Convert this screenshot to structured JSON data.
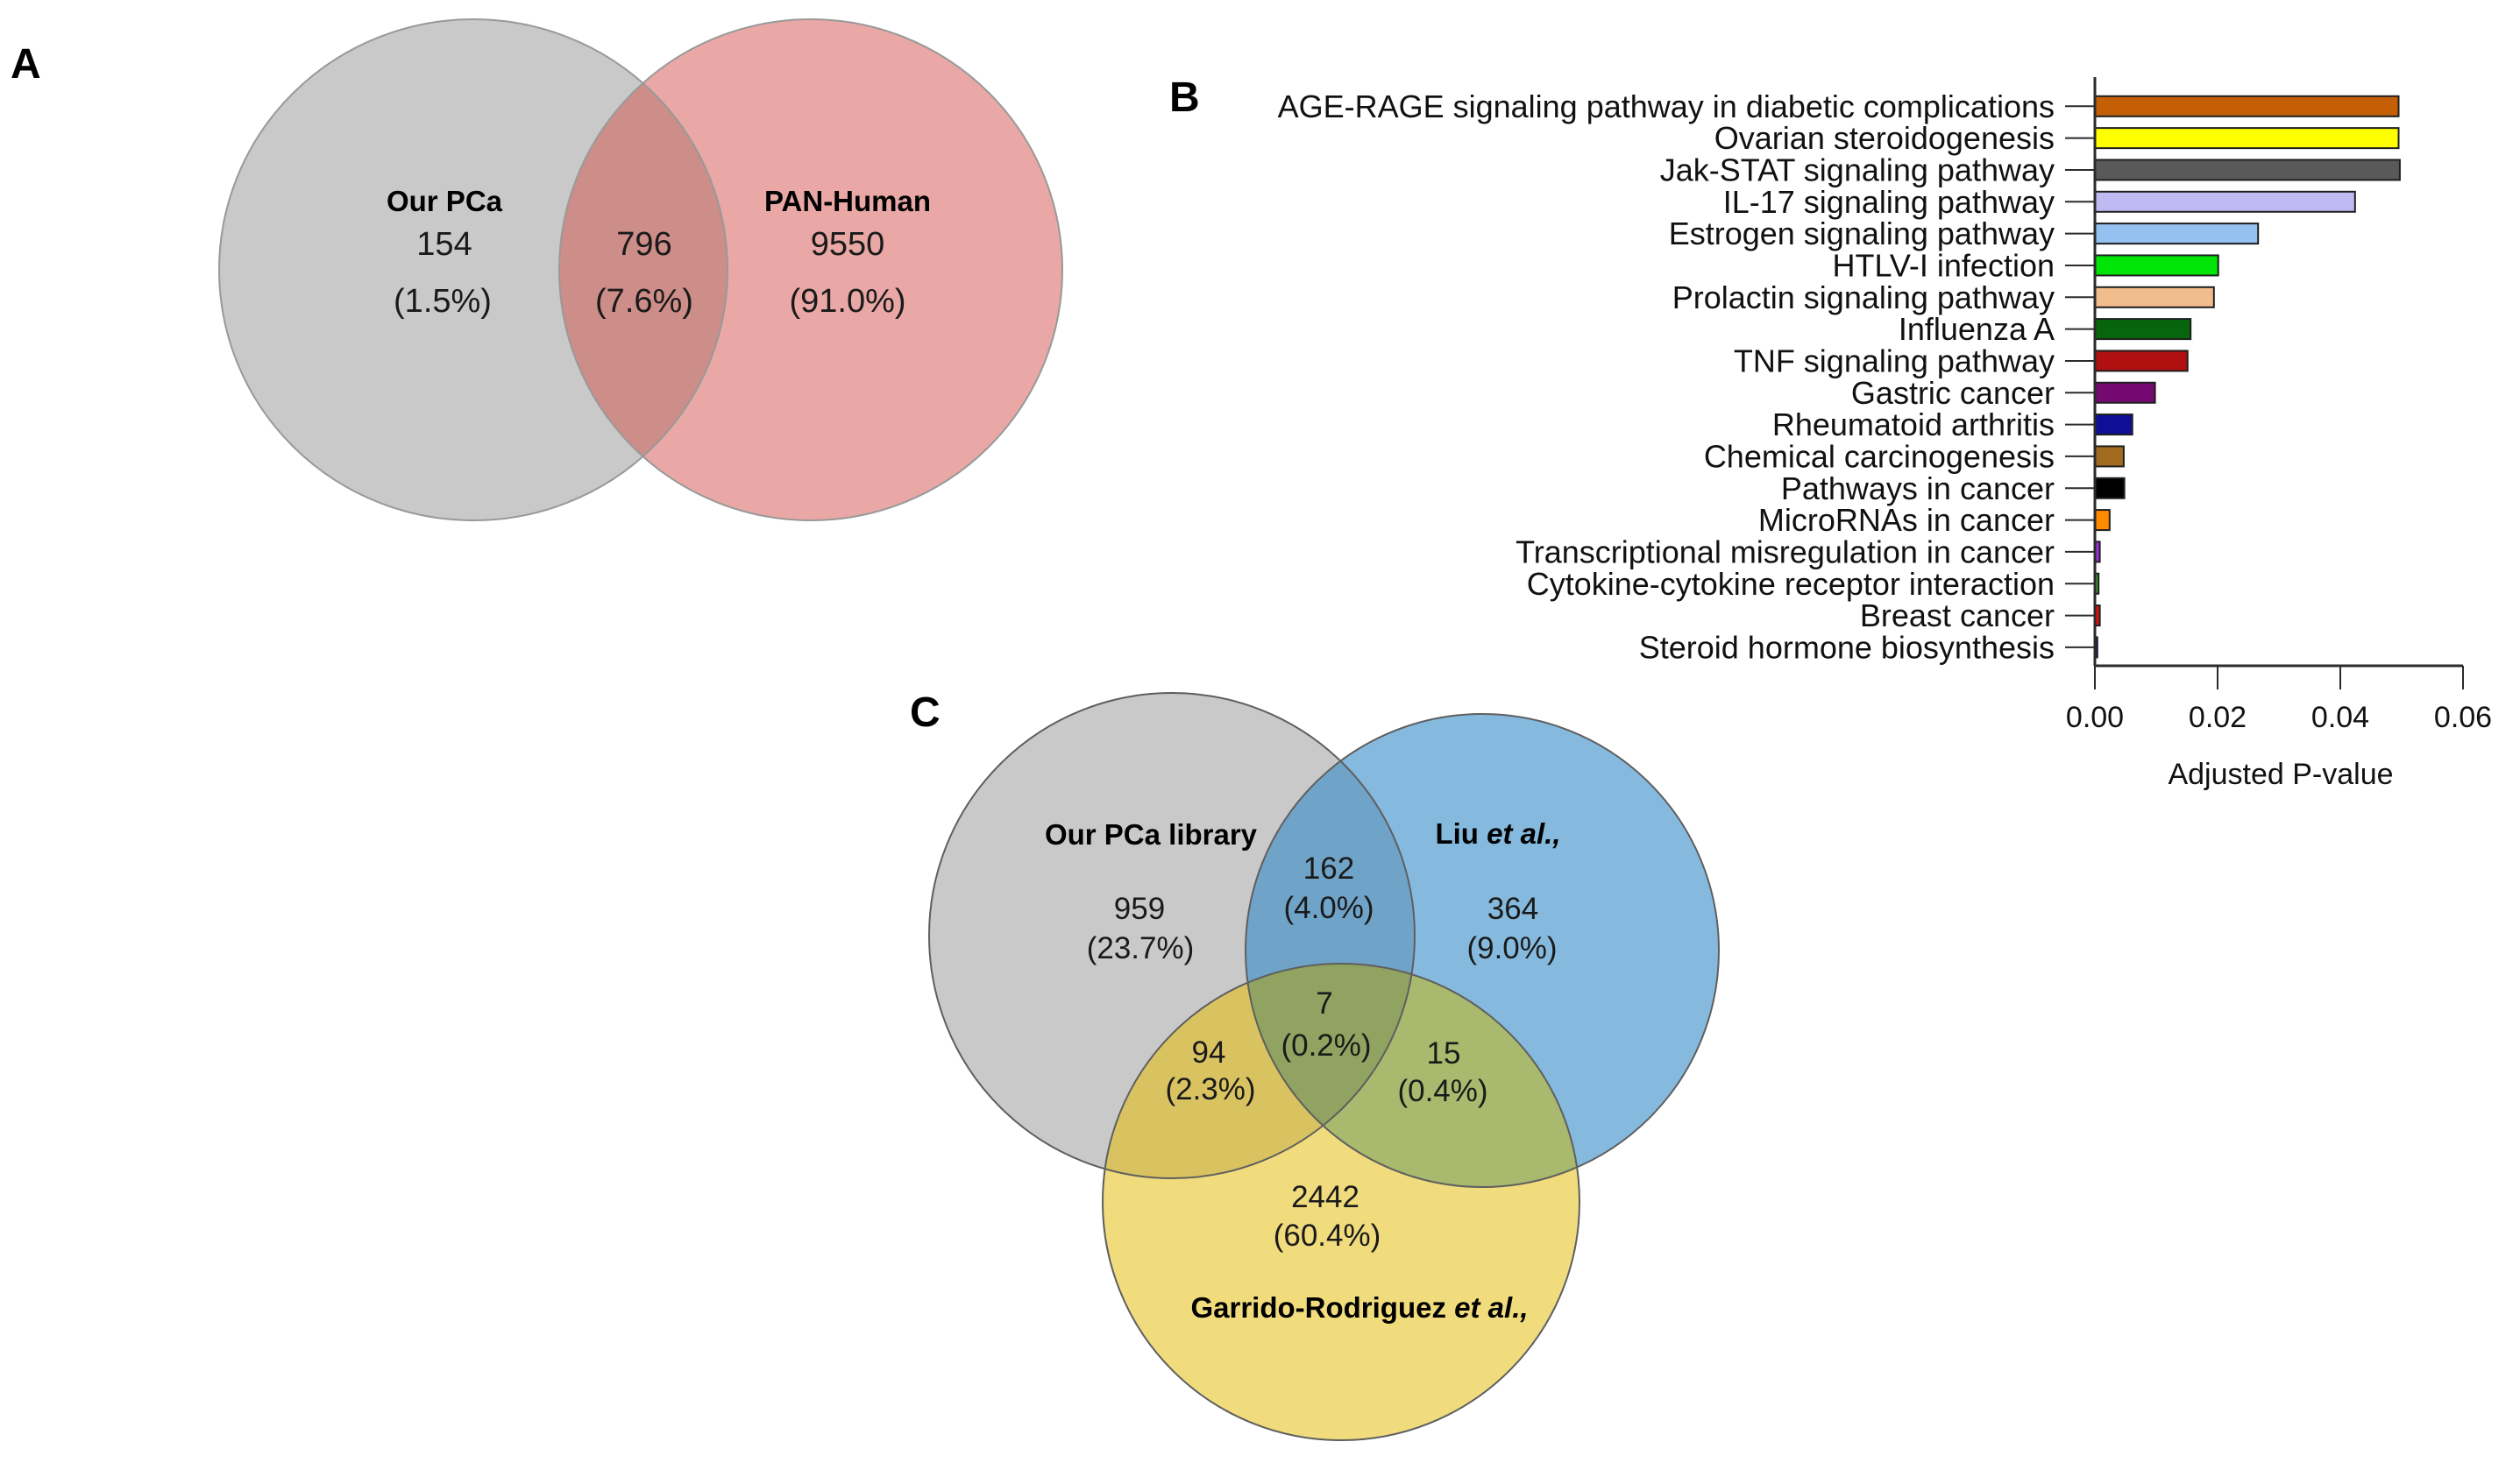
{
  "panels": {
    "a": {
      "letter": "A"
    },
    "b": {
      "letter": "B"
    },
    "c": {
      "letter": "C"
    }
  },
  "chart_data": [
    {
      "type": "venn2",
      "panel": "A",
      "sets": [
        {
          "label": "Our PCa",
          "count": "154",
          "pct": "(1.5%)"
        },
        {
          "label": "PAN-Human",
          "count": "9550",
          "pct": "(91.0%)"
        }
      ],
      "overlap": {
        "count": "796",
        "pct": "(7.6%)"
      },
      "colors": {
        "set1": "#C9C9C9",
        "set2": "#E9A8A5",
        "overlap": "#CD8D89"
      }
    },
    {
      "type": "bar",
      "panel": "B",
      "orientation": "horizontal",
      "title": "",
      "xlabel": "Adjusted P-value",
      "ylabel": "",
      "xlim": [
        0,
        0.06
      ],
      "x_ticks": [
        0,
        0.02,
        0.04,
        0.06
      ],
      "x_tick_labels": [
        "0.00",
        "0.02",
        "0.04",
        "0.06"
      ],
      "grid": false,
      "legend": "none",
      "categories": [
        "AGE-RAGE signaling pathway in diabetic complications",
        "Ovarian steroidogenesis",
        "Jak-STAT signaling pathway",
        "IL-17 signaling pathway",
        "Estrogen signaling pathway",
        "HTLV-I infection",
        "Prolactin signaling pathway",
        "Influenza A",
        "TNF signaling pathway",
        "Gastric cancer",
        "Rheumatoid arthritis",
        "Chemical carcinogenesis",
        "Pathways in cancer",
        "MicroRNAs in cancer",
        "Transcriptional misregulation in cancer",
        "Cytokine-cytokine receptor interaction",
        "Breast cancer",
        "Steroid hormone biosynthesis"
      ],
      "values": [
        0.0495,
        0.0495,
        0.0497,
        0.0424,
        0.0266,
        0.0201,
        0.0194,
        0.0156,
        0.0151,
        0.0098,
        0.0061,
        0.0047,
        0.0048,
        0.0024,
        0.0008,
        0.0006,
        0.0008,
        0.0004
      ],
      "bar_colors": [
        "#C45F06",
        "#FFFF00",
        "#595959",
        "#BFBAF2",
        "#94C1F0",
        "#00E506",
        "#F2BD8C",
        "#07650D",
        "#B01010",
        "#730971",
        "#0E0E96",
        "#A16B1F",
        "#000000",
        "#FF8A00",
        "#9B30D9",
        "#2EA12E",
        "#E01010",
        "#1414B4"
      ]
    },
    {
      "type": "venn3",
      "panel": "C",
      "sets": [
        {
          "label": "Our PCa  library"
        },
        {
          "label": "Liu et al.,",
          "prefix": "Liu ",
          "italic": "et al.,"
        },
        {
          "label": "Garrido-Rodriguez et al.,",
          "prefix": "Garrido-Rodriguez ",
          "italic": "et al.,"
        }
      ],
      "regions": {
        "set1_only": {
          "count": "959",
          "pct": "(23.7%)"
        },
        "set2_only": {
          "count": "364",
          "pct": "(9.0%)"
        },
        "set3_only": {
          "count": "2442",
          "pct": "(60.4%)"
        },
        "set1_set2": {
          "count": "162",
          "pct": "(4.0%)"
        },
        "set1_set3": {
          "count": "94",
          "pct": "(2.3%)"
        },
        "set2_set3": {
          "count": "15",
          "pct": "(0.4%)"
        },
        "set1_set2_set3": {
          "count": "7",
          "pct": "(0.2%)"
        }
      },
      "colors": {
        "set1": "#C9C9C9",
        "set2": "#85BADE",
        "set3": "#F0DC7D",
        "set1_set2": "#6FA3C8",
        "set1_set3": "#D9C361",
        "set2_set3": "#A9B96E",
        "center": "#90A361"
      }
    }
  ]
}
